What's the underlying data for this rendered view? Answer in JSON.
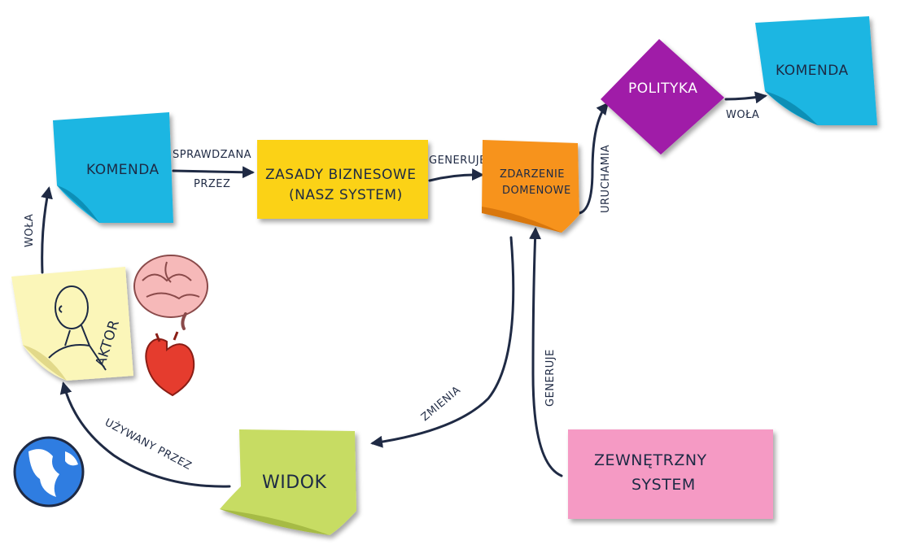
{
  "nodes": {
    "komenda_left": "KOMENDA",
    "zasady_line1": "ZASADY BIZNESOWE",
    "zasady_line2": "(NASZ SYSTEM)",
    "zdarzenie_line1": "ZDARZENIE",
    "zdarzenie_line2": "DOMENOWE",
    "polityka": "POLITYKA",
    "komenda_right": "KOMENDA",
    "aktor": "AKTOR",
    "widok": "WIDOK",
    "zewnetrzny_line1": "ZEWNĘTRZNY",
    "zewnetrzny_line2": "SYSTEM"
  },
  "edges": {
    "sprawdzana": "SPRAWDZANA",
    "przez": "PRZEZ",
    "generuje_top": "GENERUJE",
    "uruchamia": "URUCHAMIA",
    "wola_right": "WOŁA",
    "wola_left": "WOŁA",
    "zmienia": "ZMIENIA",
    "generuje_vertical": "GENERUJE",
    "uzywany_przez": "UŻYWANY PRZEZ"
  },
  "colors": {
    "command": "#1bb6e2",
    "business_rules": "#fbd213",
    "domain_event": "#f7931e",
    "policy": "#a01aa8",
    "actor": "#fbf6b9",
    "view": "#c7dc63",
    "external_system": "#f59ac4",
    "arrow": "#1f2a44"
  }
}
